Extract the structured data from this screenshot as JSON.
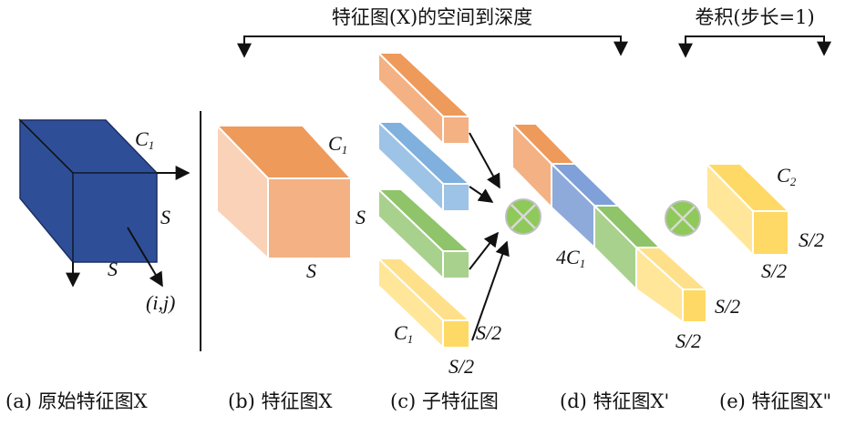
{
  "header": {
    "s2d_title": "特征图(X)的空间到深度",
    "conv_title": "卷积(步长=1)"
  },
  "panel_a": {
    "channel_label": "C",
    "channel_sub": "1",
    "height_label": "S",
    "width_label": "S",
    "position_label": "(i,j)",
    "caption": "(a) 原始特征图X"
  },
  "panel_b": {
    "channel_label": "C",
    "channel_sub": "1",
    "height_label": "S",
    "width_label": "S",
    "caption": "(b) 特征图X"
  },
  "panel_c": {
    "channel_label": "C",
    "channel_sub": "1",
    "height_label": "S/2",
    "width_label": "S/2",
    "caption": "(c) 子特征图"
  },
  "panel_d": {
    "channel_label_prefix": "4C",
    "channel_sub": "1",
    "height_label": "S/2",
    "width_label": "S/2",
    "caption": "(d) 特征图X'"
  },
  "panel_e": {
    "channel_label": "C",
    "channel_sub": "2",
    "height_label": "S/2",
    "width_label": "S/2",
    "caption": "(e) 特征图X\""
  },
  "colors": {
    "navy_front": "#2e4f98",
    "orange_front": "#f4b183",
    "orange_top": "#ed9a5b",
    "orange_side": "#f9d2b8",
    "blue_front": "#9dc3e6",
    "green_front": "#a9d18e",
    "yellow_front": "#ffd966",
    "operator_green": "#8ec95a"
  }
}
